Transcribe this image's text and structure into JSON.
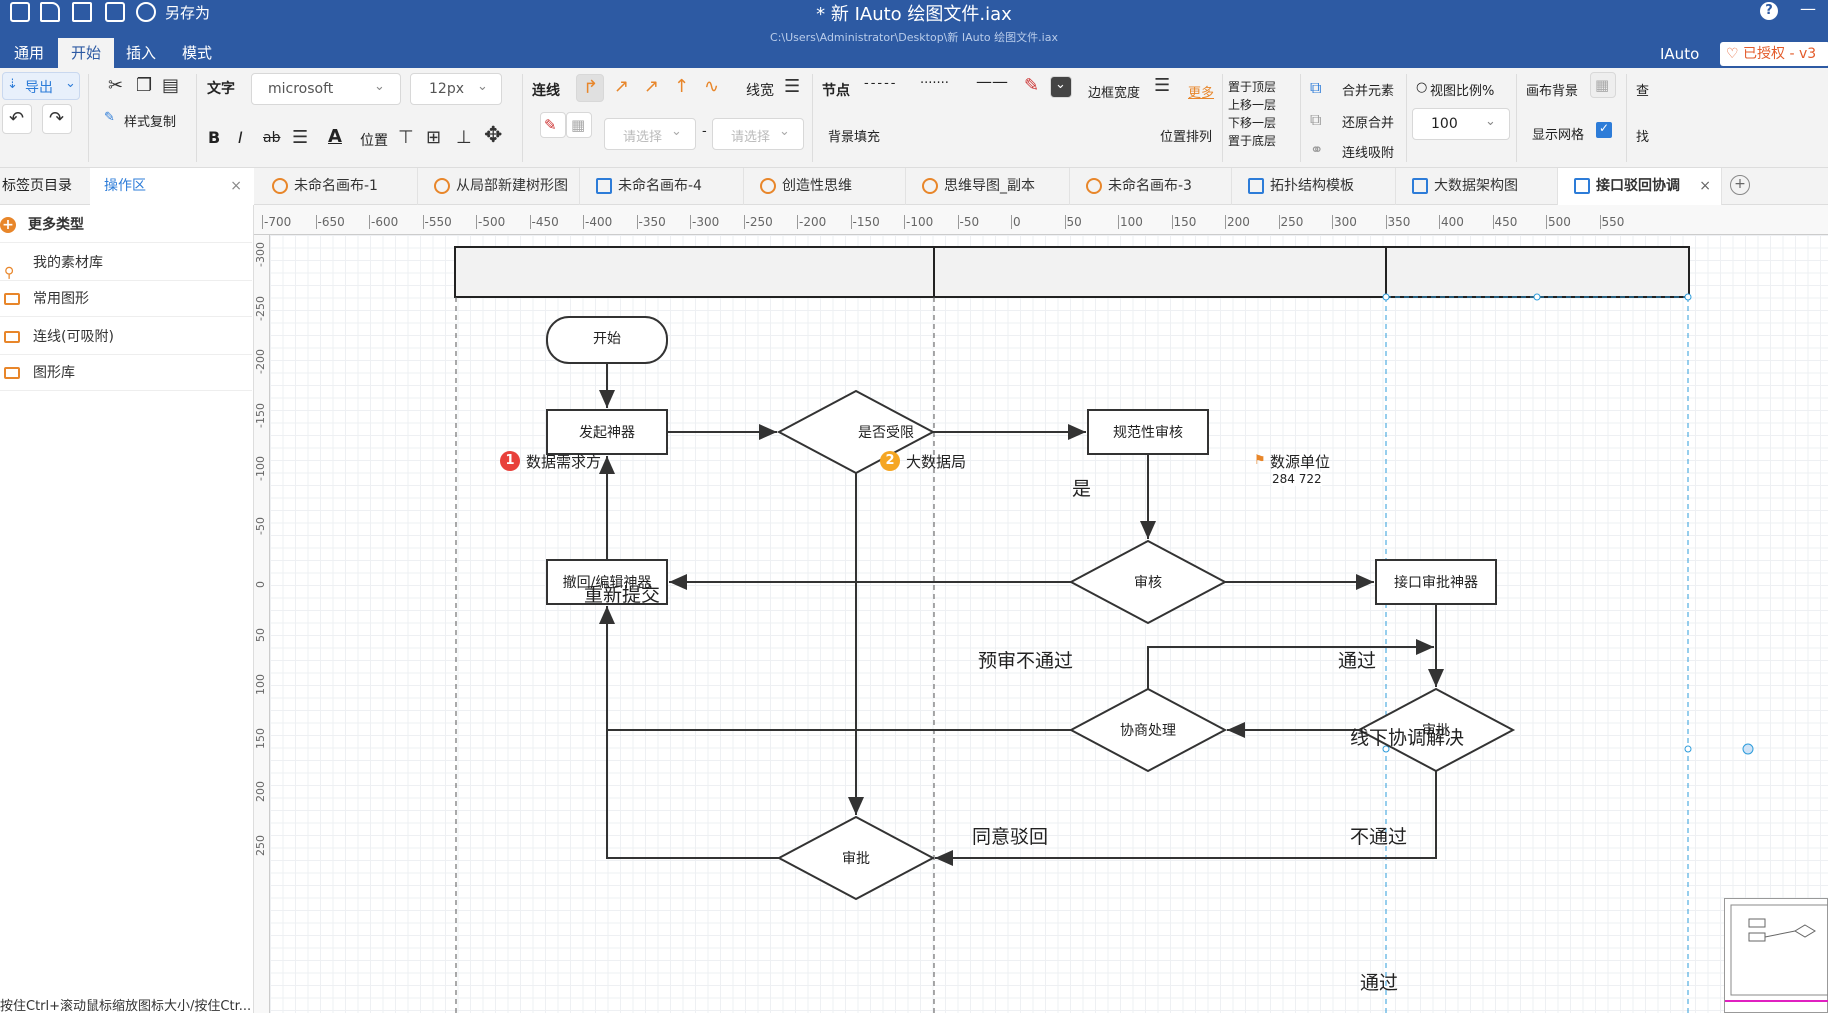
{
  "quick_access": {
    "save_as": "另存为"
  },
  "window": {
    "title": "*  新 IAuto 绘图文件.iax",
    "path": "C:\\Users\\Administrator\\Desktop\\新 IAuto 绘图文件.iax",
    "brand": "IAuto",
    "license": "已授权 - v3",
    "help": "?"
  },
  "menu": {
    "items": [
      "通用",
      "开始",
      "插入",
      "模式"
    ],
    "active": "开始"
  },
  "toolbar": {
    "export": "导出",
    "style_copy": "样式复制",
    "text_label": "文字",
    "font_family": "microsoft",
    "font_size": "12px",
    "bold": "B",
    "italic": "I",
    "strike": "ab",
    "underline_a": "A",
    "position": "位置",
    "connector": "连线",
    "line_width": "线宽",
    "select_placeholder_1": "请选择",
    "select_placeholder_2": "请选择",
    "dash": "-",
    "node": "节点",
    "bg_fill": "背景填充",
    "abc": [
      "abc",
      "abc",
      "abc",
      "abc",
      "abc"
    ],
    "border_width": "边框宽度",
    "more": "更多",
    "position_arrange": "位置排列",
    "layer": [
      "置于顶层",
      "上移一层",
      "下移一层",
      "置于底层"
    ],
    "merge": "合并元素",
    "restore": "还原合并",
    "snap": "连线吸附",
    "zoom_label": "视图比例%",
    "zoom_value": "100",
    "canvas_bg": "画布背景",
    "show_grid": "显示网格",
    "find_1": "查",
    "find_2": "找"
  },
  "tabs": {
    "left": [
      "标签页目录",
      "操作区"
    ],
    "close": "×",
    "documents": [
      "未命名画布-1",
      "从局部新建树形图",
      "未命名画布-4",
      "创造性思维",
      "思维导图_副本",
      "未命名画布-3",
      "拓扑结构模板",
      "大数据架构图",
      "接口驳回协调"
    ],
    "add": "+"
  },
  "sidebar": {
    "items": [
      "更多类型",
      "我的素材库",
      "常用图形",
      "连线(可吸附)",
      "图形库"
    ]
  },
  "status": {
    "hint": "按住Ctrl+滚动鼠标缩放图标大小/按住Ctr..."
  },
  "ruler": {
    "h": [
      "-700",
      "-650",
      "-600",
      "-550",
      "-500",
      "-450",
      "-400",
      "-350",
      "-300",
      "-250",
      "-200",
      "-150",
      "-100",
      "-50",
      "0",
      "50",
      "100",
      "150",
      "200",
      "250",
      "300",
      "350",
      "400",
      "450",
      "500",
      "550"
    ],
    "v": [
      "-300",
      "-250",
      "-200",
      "-150",
      "-100",
      "-50",
      "0",
      "50",
      "100",
      "150",
      "200",
      "250"
    ]
  },
  "diagram": {
    "lanes": [
      {
        "badge": "1",
        "title": "数据需求方",
        "badge_color": "#e8413b"
      },
      {
        "badge": "2",
        "title": "大数据局",
        "badge_color": "#f5a623"
      },
      {
        "badge": "",
        "title": "数源单位",
        "badge_color": "#e8862a"
      }
    ],
    "selection_coords": "284 722",
    "nodes": {
      "start": "开始",
      "initiate": "发起神器",
      "limited": "是否受限",
      "compliance": "规范性审核",
      "audit": "审核",
      "withdraw": "撤回/编辑神器",
      "interface_approve": "接口审批神器",
      "negotiate": "协商处理",
      "approve": "审批",
      "bottom_approve": "审批"
    },
    "edge_labels": {
      "yes": "是",
      "resubmit": "重新提交",
      "prereview_fail": "预审不通过",
      "pass": "通过",
      "offline": "线下协调解决",
      "agree_reject": "同意驳回",
      "fail": "不通过",
      "pass_bottom": "通过"
    }
  }
}
